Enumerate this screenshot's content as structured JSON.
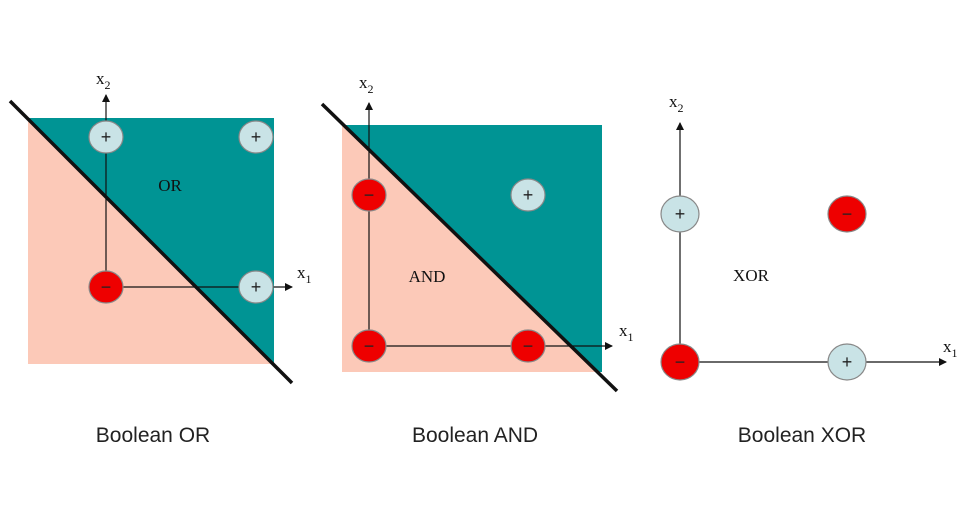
{
  "colors": {
    "positive_region": "#009494",
    "negative_region": "#fcc9b8",
    "positive_point_fill": "#c9e3e6",
    "negative_point_fill": "#ee0000",
    "line": "#111111"
  },
  "axis": {
    "x": "x",
    "y": "x",
    "x_sub": "1",
    "y_sub": "2"
  },
  "point_symbols": {
    "positive": "+",
    "negative": "−"
  },
  "panels": [
    {
      "id": "or",
      "caption": "Boolean OR",
      "inner_label": "OR",
      "points": [
        {
          "x1": 0,
          "x2": 0,
          "class": "negative"
        },
        {
          "x1": 1,
          "x2": 0,
          "class": "positive"
        },
        {
          "x1": 0,
          "x2": 1,
          "class": "positive"
        },
        {
          "x1": 1,
          "x2": 1,
          "class": "positive"
        }
      ]
    },
    {
      "id": "and",
      "caption": "Boolean AND",
      "inner_label": "AND",
      "points": [
        {
          "x1": 0,
          "x2": 0,
          "class": "negative"
        },
        {
          "x1": 1,
          "x2": 0,
          "class": "negative"
        },
        {
          "x1": 0,
          "x2": 1,
          "class": "negative"
        },
        {
          "x1": 1,
          "x2": 1,
          "class": "positive"
        }
      ]
    },
    {
      "id": "xor",
      "caption": "Boolean XOR",
      "inner_label": "XOR",
      "points": [
        {
          "x1": 0,
          "x2": 0,
          "class": "negative"
        },
        {
          "x1": 1,
          "x2": 0,
          "class": "positive"
        },
        {
          "x1": 0,
          "x2": 1,
          "class": "positive"
        },
        {
          "x1": 1,
          "x2": 1,
          "class": "negative"
        }
      ]
    }
  ]
}
